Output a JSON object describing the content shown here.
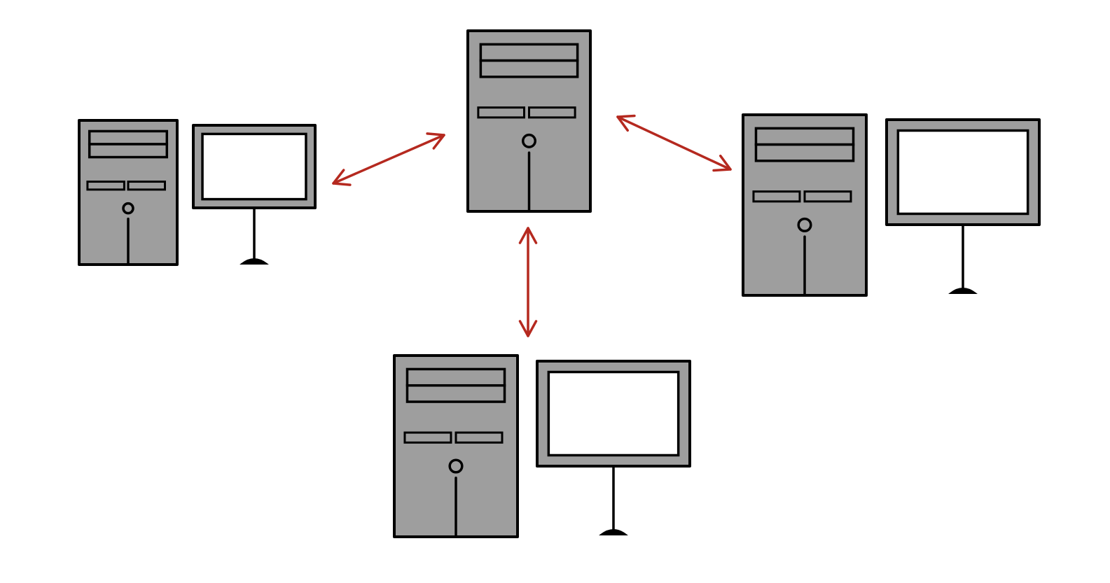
{
  "diagram": {
    "colors": {
      "background": "#ffffff",
      "device_fill": "#9e9e9e",
      "screen_fill": "#ffffff",
      "outline": "#000000",
      "connection": "#b5291f"
    },
    "nodes": [
      {
        "id": "server",
        "kind": "tower",
        "icon": "server-tower-icon"
      },
      {
        "id": "workstation-left",
        "kind": "workstation",
        "icons": [
          "pc-tower-icon",
          "monitor-icon"
        ]
      },
      {
        "id": "workstation-right",
        "kind": "workstation",
        "icons": [
          "pc-tower-icon",
          "monitor-icon"
        ]
      },
      {
        "id": "workstation-bottom",
        "kind": "workstation",
        "icons": [
          "pc-tower-icon",
          "monitor-icon"
        ]
      }
    ],
    "connections": [
      {
        "from": "server",
        "to": "workstation-left",
        "style": "bidirectional-arrow"
      },
      {
        "from": "server",
        "to": "workstation-right",
        "style": "bidirectional-arrow"
      },
      {
        "from": "server",
        "to": "workstation-bottom",
        "style": "bidirectional-arrow"
      }
    ]
  }
}
